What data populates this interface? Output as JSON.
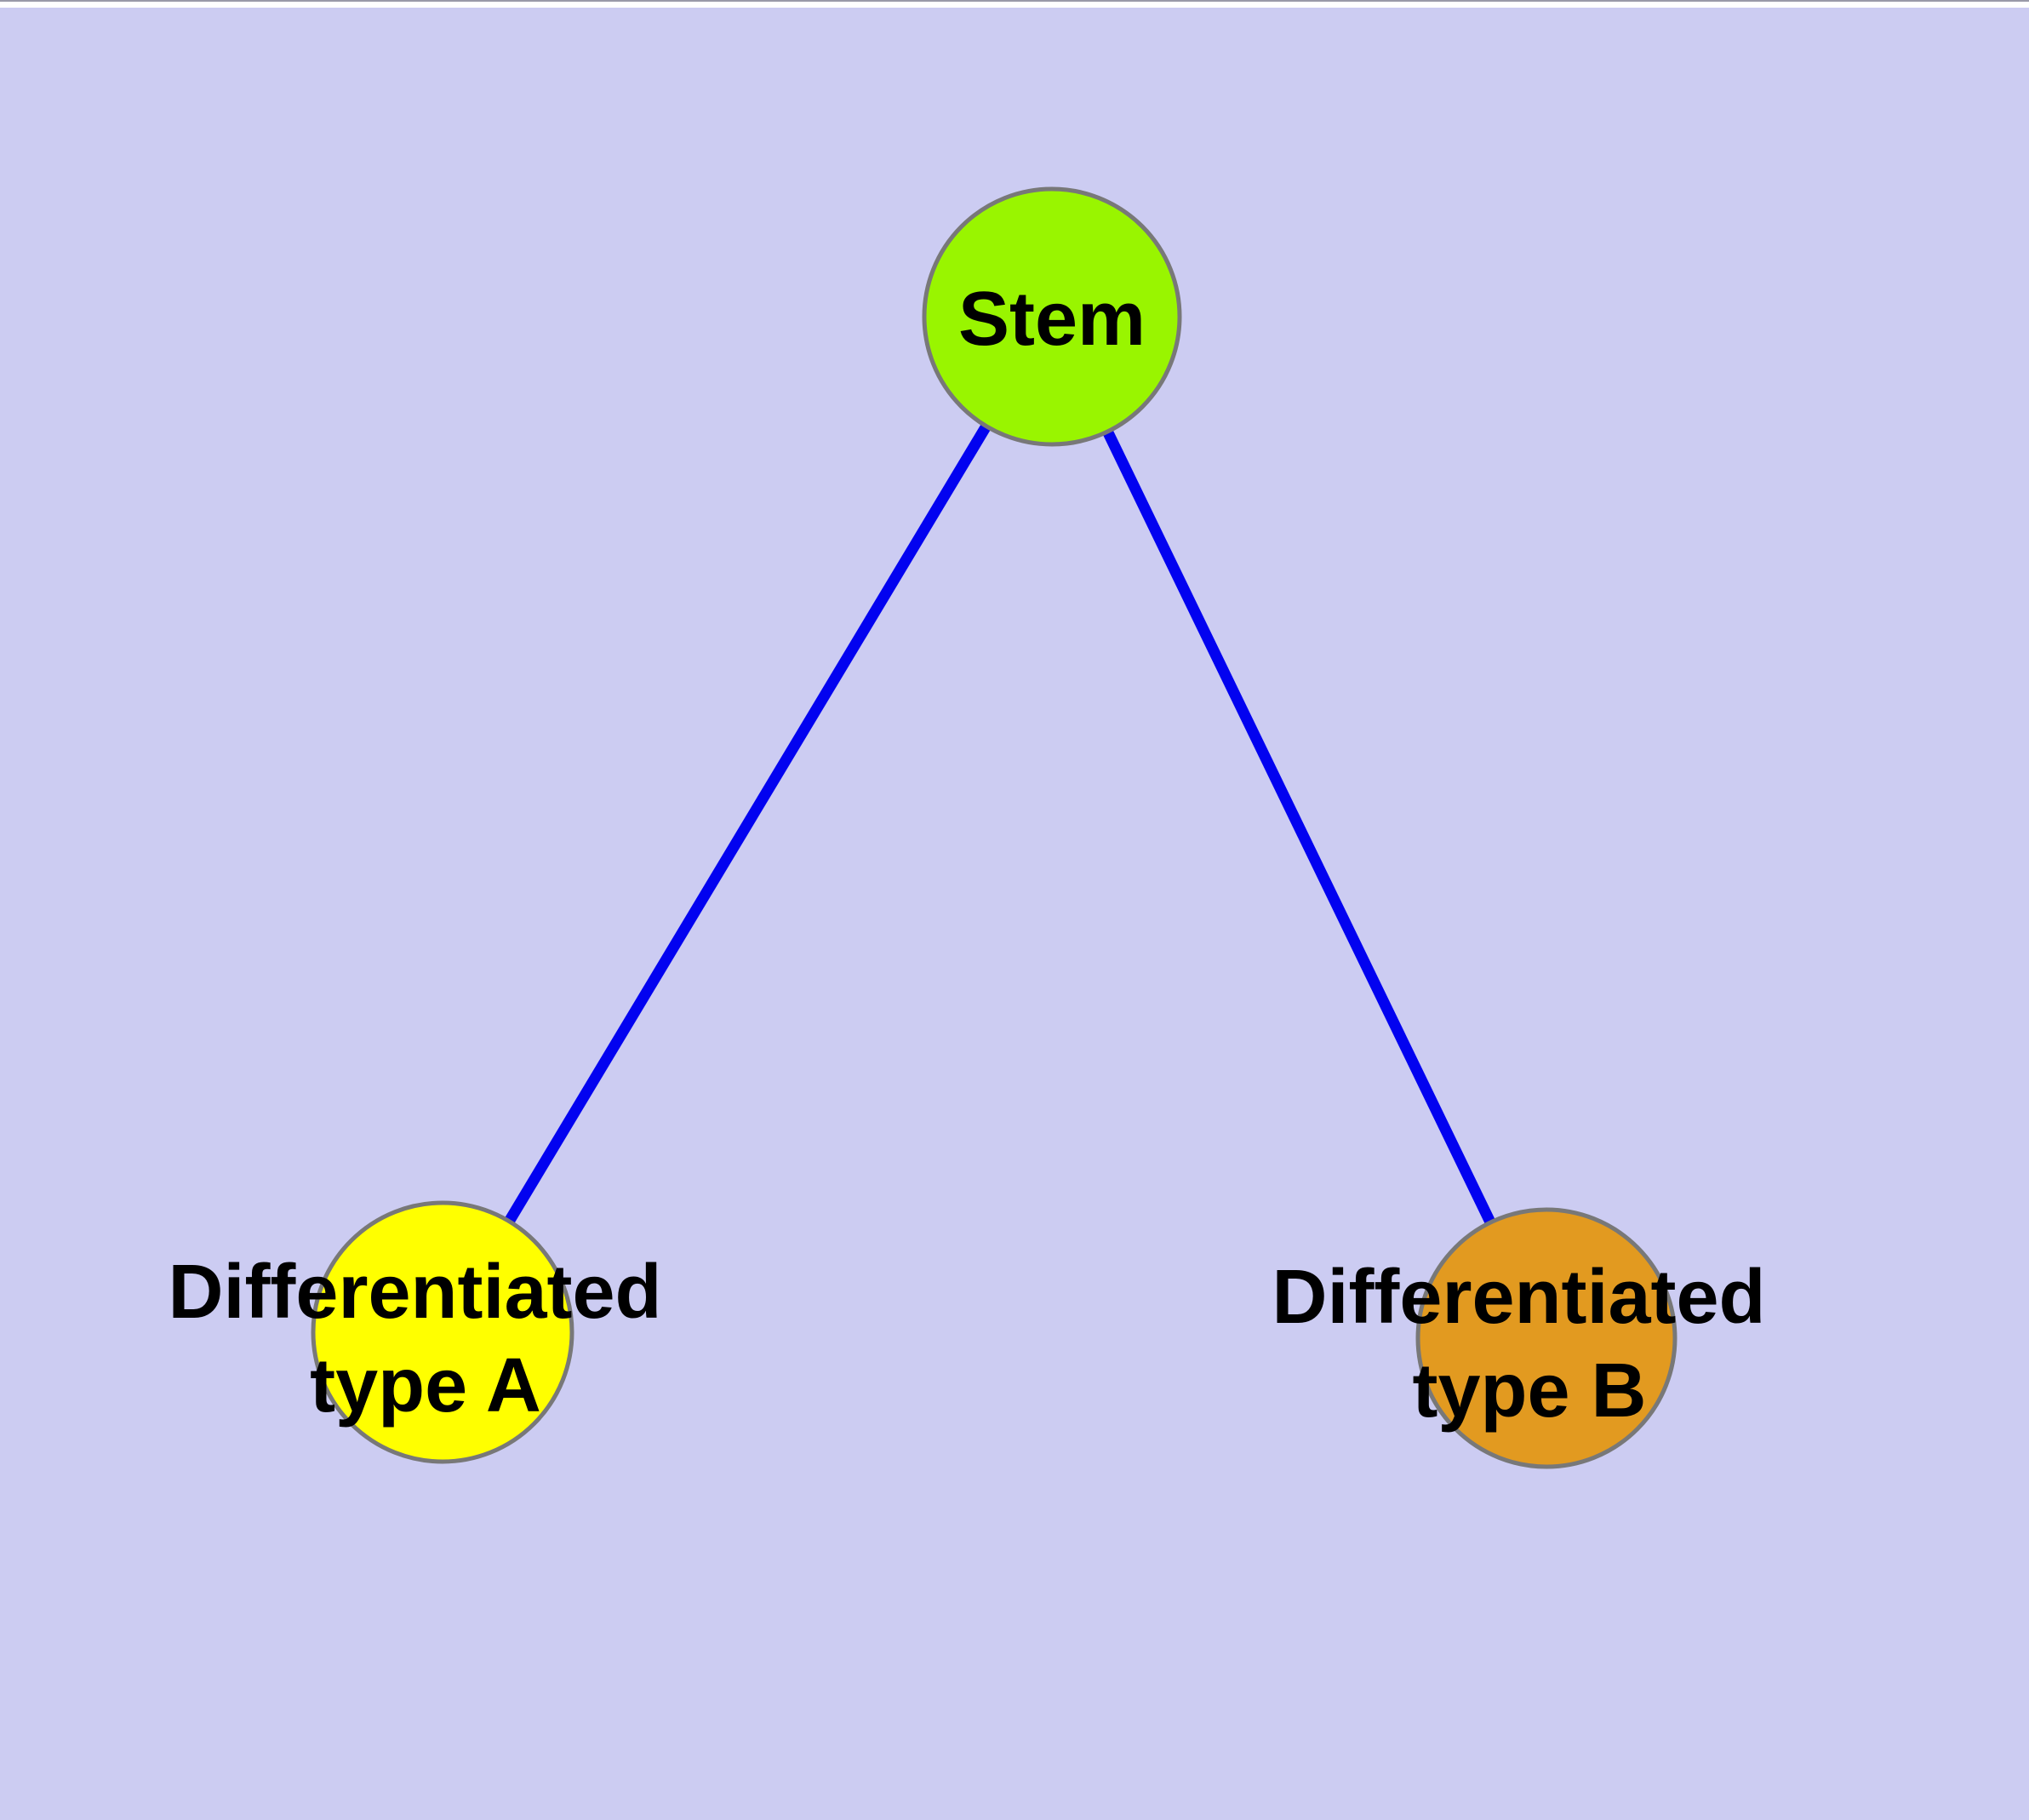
{
  "canvas": {
    "background_color": "#CCCCF2",
    "top_edge_color": "#FFFFFF"
  },
  "diagram": {
    "type": "node-link-graph",
    "title": "",
    "edge_color": "#0202F0",
    "node_border_color": "#787878",
    "label_color": "#000000",
    "nodes": [
      {
        "id": "stem",
        "label": "Stem",
        "label_lines": [
          "Stem"
        ],
        "fill": "#99F500"
      },
      {
        "id": "differentiated-type-a",
        "label": "Differentiated type A",
        "label_lines": [
          "Differentiated",
          "type A"
        ],
        "fill": "#FFFF00"
      },
      {
        "id": "differentiated-type-b",
        "label": "Differentiated type B",
        "label_lines": [
          "Differentiated",
          "type B"
        ],
        "fill": "#E29A20"
      }
    ],
    "edges": [
      {
        "from": "stem",
        "to": "differentiated-type-a"
      },
      {
        "from": "stem",
        "to": "differentiated-type-b"
      }
    ]
  }
}
